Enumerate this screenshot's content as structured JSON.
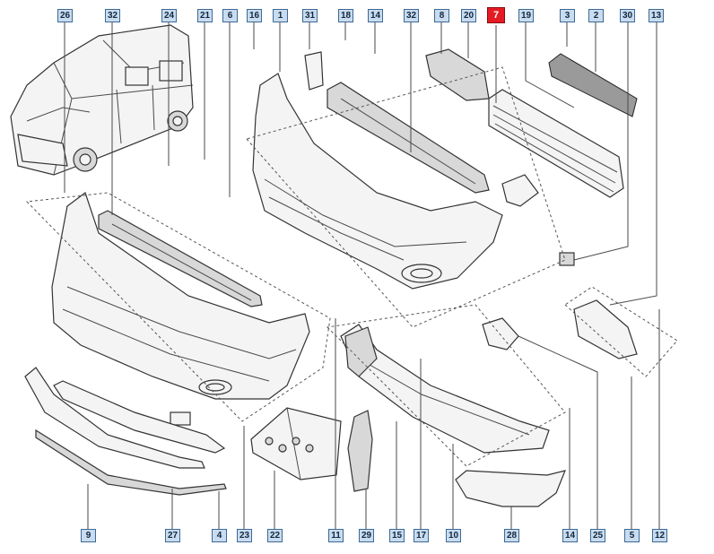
{
  "callouts": [
    {
      "label": "26",
      "highlight": false
    },
    {
      "label": "32",
      "highlight": false
    },
    {
      "label": "24",
      "highlight": false
    },
    {
      "label": "21",
      "highlight": false
    },
    {
      "label": "6",
      "highlight": false
    },
    {
      "label": "16",
      "highlight": false
    },
    {
      "label": "1",
      "highlight": false
    },
    {
      "label": "31",
      "highlight": false
    },
    {
      "label": "18",
      "highlight": false
    },
    {
      "label": "14",
      "highlight": false
    },
    {
      "label": "32",
      "highlight": false
    },
    {
      "label": "8",
      "highlight": false
    },
    {
      "label": "20",
      "highlight": false
    },
    {
      "label": "7",
      "highlight": true
    },
    {
      "label": "19",
      "highlight": false
    },
    {
      "label": "3",
      "highlight": false
    },
    {
      "label": "2",
      "highlight": false
    },
    {
      "label": "30",
      "highlight": false
    },
    {
      "label": "13",
      "highlight": false
    },
    {
      "label": "9",
      "highlight": false
    },
    {
      "label": "27",
      "highlight": false
    },
    {
      "label": "4",
      "highlight": false
    },
    {
      "label": "23",
      "highlight": false
    },
    {
      "label": "22",
      "highlight": false
    },
    {
      "label": "11",
      "highlight": false
    },
    {
      "label": "29",
      "highlight": false
    },
    {
      "label": "15",
      "highlight": false
    },
    {
      "label": "17",
      "highlight": false
    },
    {
      "label": "10",
      "highlight": false
    },
    {
      "label": "28",
      "highlight": false
    },
    {
      "label": "14",
      "highlight": false
    },
    {
      "label": "25",
      "highlight": false
    },
    {
      "label": "5",
      "highlight": false
    },
    {
      "label": "12",
      "highlight": false
    }
  ]
}
